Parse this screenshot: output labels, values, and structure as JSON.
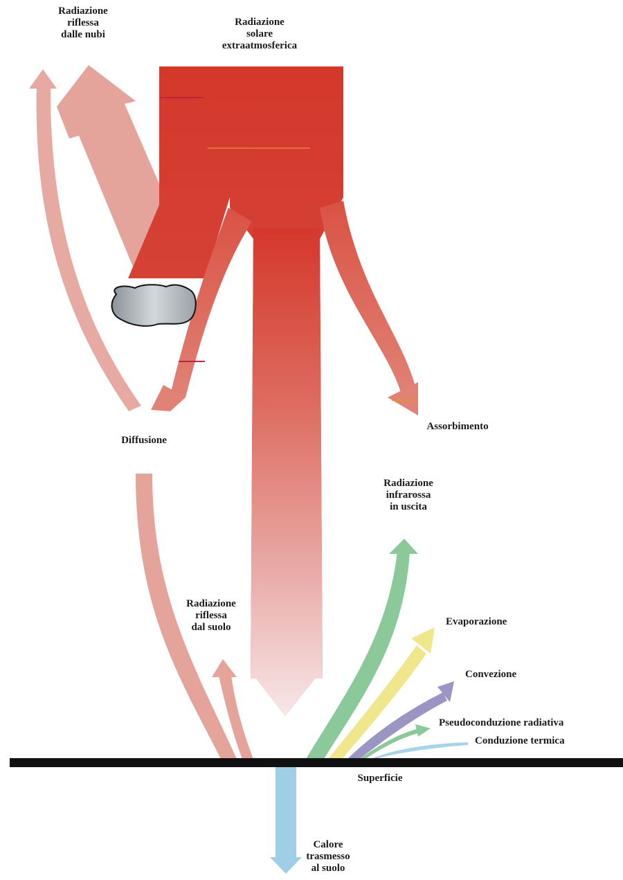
{
  "diagram": {
    "labels": {
      "reflected_clouds": "Radiazione\nriflessa\ndalle nubi",
      "solar_extra": "Radiazione\nsolare\nextraatmosferica",
      "diffusion": "Diffusione",
      "absorption": "Assorbimento",
      "ir_out": "Radiazione\ninfrarossa\nin uscita",
      "reflected_ground": "Radiazione\nriflessa\ndal suolo",
      "evaporation": "Evaporazione",
      "convection": "Convezione",
      "pseudo_conduction": "Pseudoconduzione radiativa",
      "thermal_conduction": "Conduzione termica",
      "surface": "Superficie",
      "heat_ground": "Calore\ntrasmesso\nal suolo"
    },
    "colors": {
      "solar": "#d63a2c",
      "solar_light": "#f6e6e6",
      "diffuse": "#e4a39b",
      "ir": "#8cc99a",
      "evaporation": "#f0e68c",
      "convection": "#9b95c4",
      "conduction": "#a7d4ea",
      "ground_heat": "#9fcfe6",
      "surface": "#111111",
      "cloud": "#a8b1b7"
    }
  }
}
